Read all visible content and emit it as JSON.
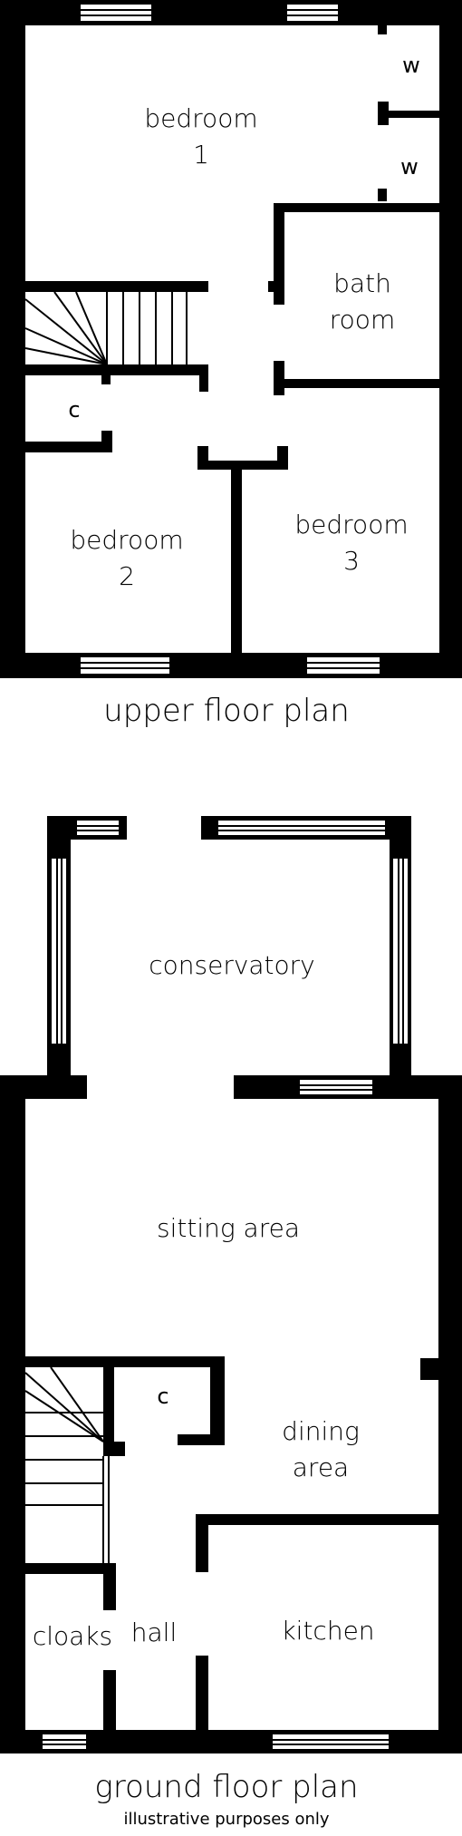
{
  "upper_floor": {
    "caption": "upper floor plan",
    "rooms": {
      "bedroom1_line1": "bedroom",
      "bedroom1_line2": "1",
      "bathroom_line1": "bath",
      "bathroom_line2": "room",
      "bedroom2_line1": "bedroom",
      "bedroom2_line2": "2",
      "bedroom3_line1": "bedroom",
      "bedroom3_line2": "3",
      "cupboard": "c",
      "wardrobe1": "w",
      "wardrobe2": "w"
    }
  },
  "ground_floor": {
    "caption": "ground floor plan",
    "note": "illustrative purposes only",
    "rooms": {
      "conservatory": "conservatory",
      "sitting_area": "sitting area",
      "dining_line1": "dining",
      "dining_line2": "area",
      "cupboard": "c",
      "cloaks": "cloaks",
      "hall": "hall",
      "kitchen": "kitchen"
    }
  }
}
